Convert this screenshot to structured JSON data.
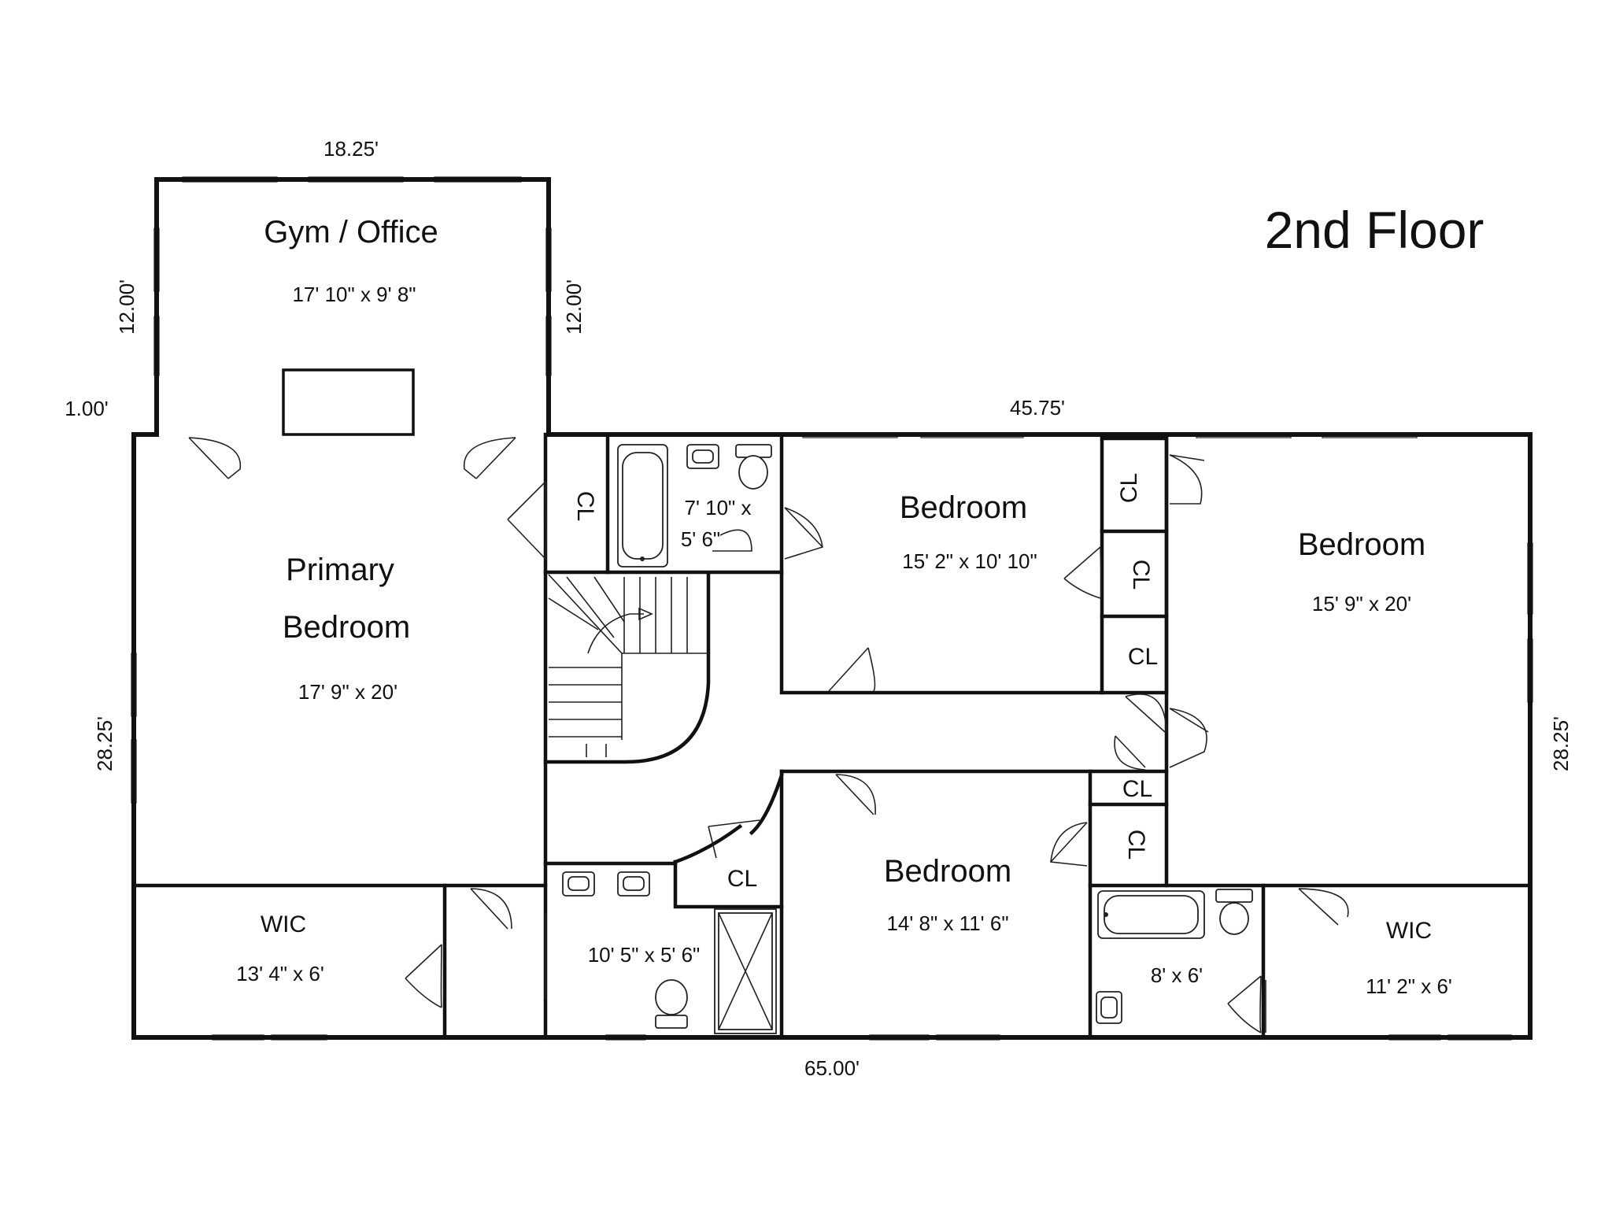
{
  "title": "2nd Floor",
  "dimensions": {
    "gym_width": "18.25'",
    "gym_left_depth": "12.00'",
    "gym_right_depth": "12.00'",
    "offset": "1.00'",
    "upper_width": "45.75'",
    "left_depth": "28.25'",
    "right_depth": "28.25'",
    "total_width": "65.00'"
  },
  "rooms": {
    "gym": {
      "name": "Gym / Office",
      "size": "17' 10\" x 9' 8\""
    },
    "primary": {
      "name_line1": "Primary",
      "name_line2": "Bedroom",
      "size": "17' 9\" x 20'"
    },
    "bath_top": {
      "size_line1": "7' 10\" x",
      "size_line2": "5' 6\""
    },
    "bedroom_mid": {
      "name": "Bedroom",
      "size": "15' 2\" x 10' 10\""
    },
    "bedroom_right": {
      "name": "Bedroom",
      "size": "15' 9\" x 20'"
    },
    "bedroom_lower": {
      "name": "Bedroom",
      "size": "14' 8\" x 11' 6\""
    },
    "wic_left": {
      "name": "WIC",
      "size": "13' 4\" x 6'"
    },
    "bath_primary": {
      "size": "10' 5\" x 5' 6\""
    },
    "bath_right": {
      "size": "8' x 6'"
    },
    "wic_right": {
      "name": "WIC",
      "size": "11' 2\" x 6'"
    },
    "closet_label": "CL"
  }
}
